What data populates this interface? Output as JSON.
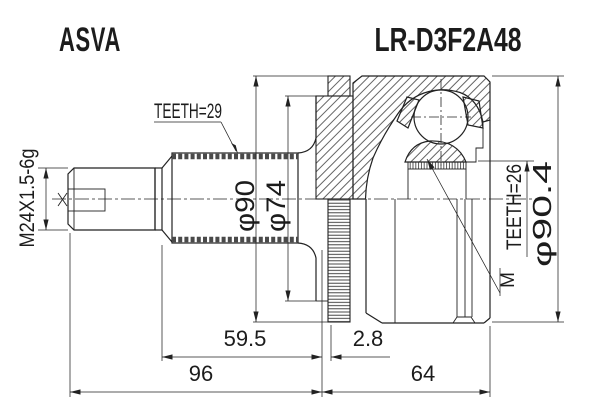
{
  "title": {
    "brand": "ASVA",
    "part_number": "LR-D3F2A48"
  },
  "labels": {
    "shaft_spline_teeth": "TEETH=29",
    "thread_spec": "M24X1.5-6g",
    "boot_groove_major_dia": "φ90",
    "boot_groove_minor_dia": "φ74",
    "hub_spline_teeth": "TEETH=26",
    "marking_position": "M",
    "housing_outer_dia": "φ90.4"
  },
  "dimensions": {
    "shaft_to_groove": "59.5",
    "groove_width": "2.8",
    "shaft_section_length": "96",
    "housing_section_length": "64"
  },
  "colors": {
    "background": "#ffffff",
    "line": "#222222",
    "hatch": "#3d3d3d"
  }
}
